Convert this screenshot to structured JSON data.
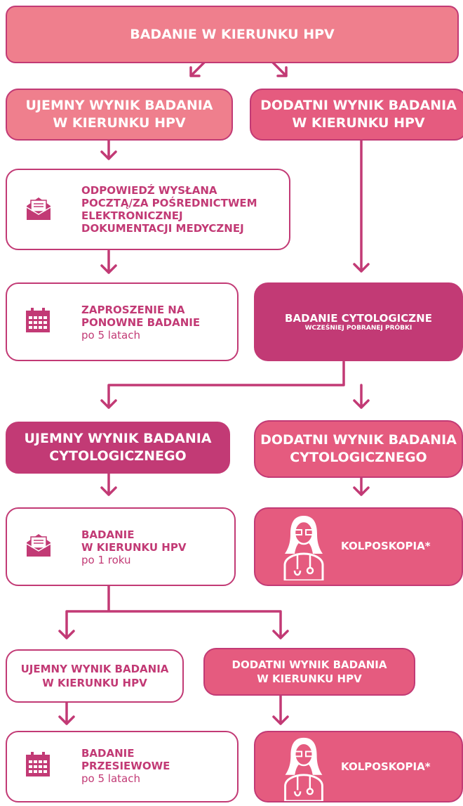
{
  "top": "BADANIE W KIERUNKU HPV",
  "neg_hpv_1": [
    "UJEMNY WYNIK BADANIA",
    "W KIERUNKU HPV"
  ],
  "pos_hpv_1": [
    "DODATNI WYNIK BADANIA",
    "W KIERUNKU HPV"
  ],
  "response": [
    "ODPOWIEDŹ WYSŁANA",
    "POCZTĄ/ZA POŚREDNICTWEM",
    "ELEKTRONICZNEJ",
    "DOKUMENTACJI MEDYCZNEJ"
  ],
  "invite": {
    "lines": [
      "ZAPROSZENIE NA",
      "PONOWNE BADANIE"
    ],
    "sub": "po 5 latach"
  },
  "cyto": {
    "main": "BADANIE CYTOLOGICZNE",
    "sub": "WCZEŚNIEJ POBRANEJ PRÓBKI"
  },
  "neg_cyto": [
    "UJEMNY WYNIK BADANIA",
    "CYTOLOGICZNEGO"
  ],
  "pos_cyto": [
    "DODATNI WYNIK BADANIA",
    "CYTOLOGICZNEGO"
  ],
  "hpv_retest": {
    "lines": [
      "BADANIE",
      "W KIERUNKU HPV"
    ],
    "sub": "po 1 roku"
  },
  "colpo_1": "KOLPOSKOPIA*",
  "neg_hpv_2": [
    "UJEMNY WYNIK BADANIA",
    "W KIERUNKU HPV"
  ],
  "pos_hpv_2": [
    "DODATNI WYNIK BADANIA",
    "W KIERUNKU HPV"
  ],
  "screening": {
    "lines": [
      "BADANIE",
      "PRZESIEWOWE"
    ],
    "sub": "po 5 latach"
  },
  "colpo_2": "KOLPOSKOPIA*",
  "colors": {
    "magenta": "#c23a75",
    "pink_light": "#ef7f8d",
    "pink_mid": "#e55b7f"
  },
  "icons": [
    "envelope-icon",
    "calendar-icon",
    "doctor-icon"
  ]
}
